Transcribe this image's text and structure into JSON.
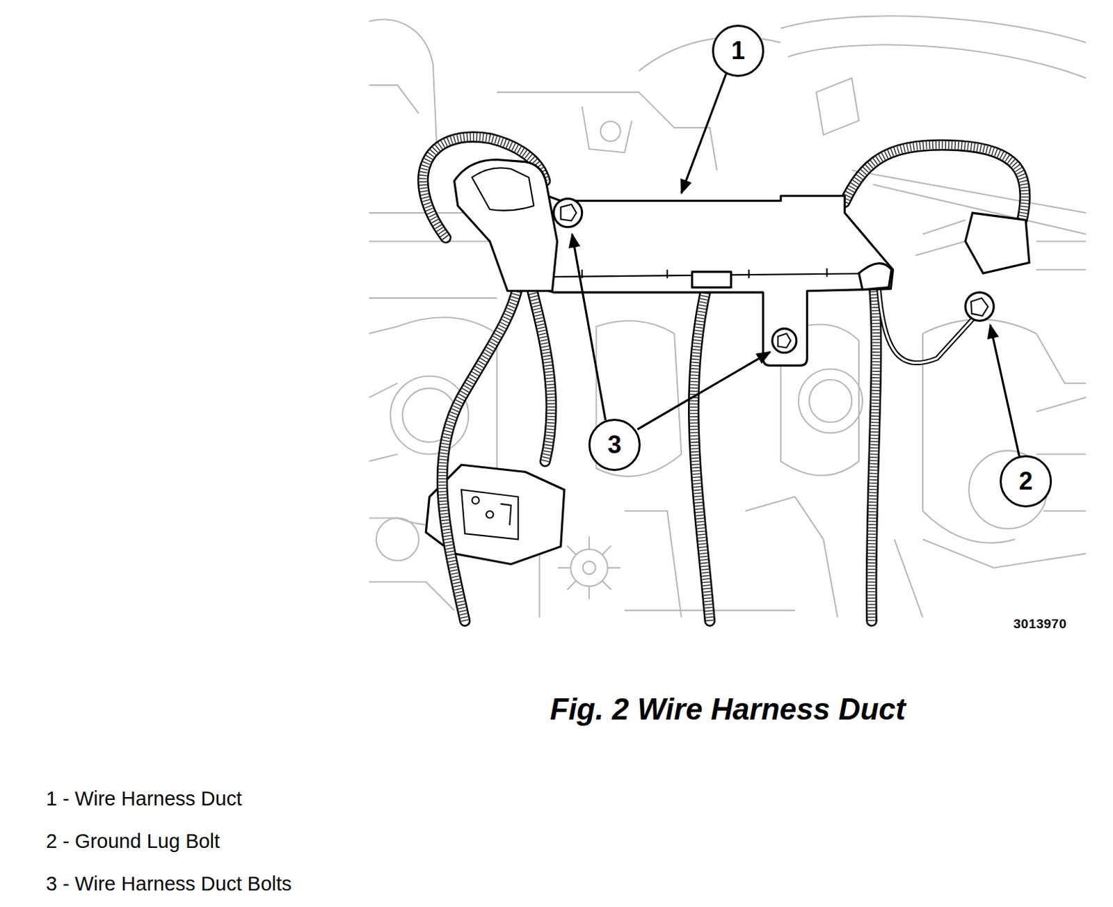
{
  "diagram": {
    "caption": "Fig. 2 Wire Harness Duct",
    "labels": [
      "1",
      "3",
      "2",
      "3013970",
      "1 - Wire Harness Duct",
      "2 - Ground Lug Bolt",
      "3 - Wire Harness Duct Bolts"
    ]
  }
}
